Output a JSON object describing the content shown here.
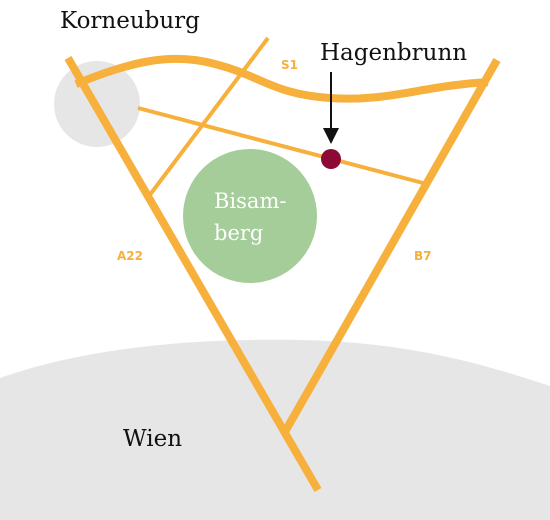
{
  "map": {
    "places": {
      "korneuburg": "Korneuburg",
      "hagenbrunn": "Hagenbrunn",
      "wien": "Wien"
    },
    "park": {
      "line1": "Bisam-",
      "line2": "berg"
    },
    "roads": {
      "s1": "S1",
      "a22": "A22",
      "b7": "B7"
    },
    "colors": {
      "road": "#f6b03b",
      "area": "#e6e6e6",
      "park": "#a5cd9a",
      "marker": "#8c0a33",
      "text": "#111111",
      "park_text": "#ffffff"
    },
    "icons": {
      "marker": "location-dot-icon",
      "pointer": "arrow-down-icon"
    }
  }
}
